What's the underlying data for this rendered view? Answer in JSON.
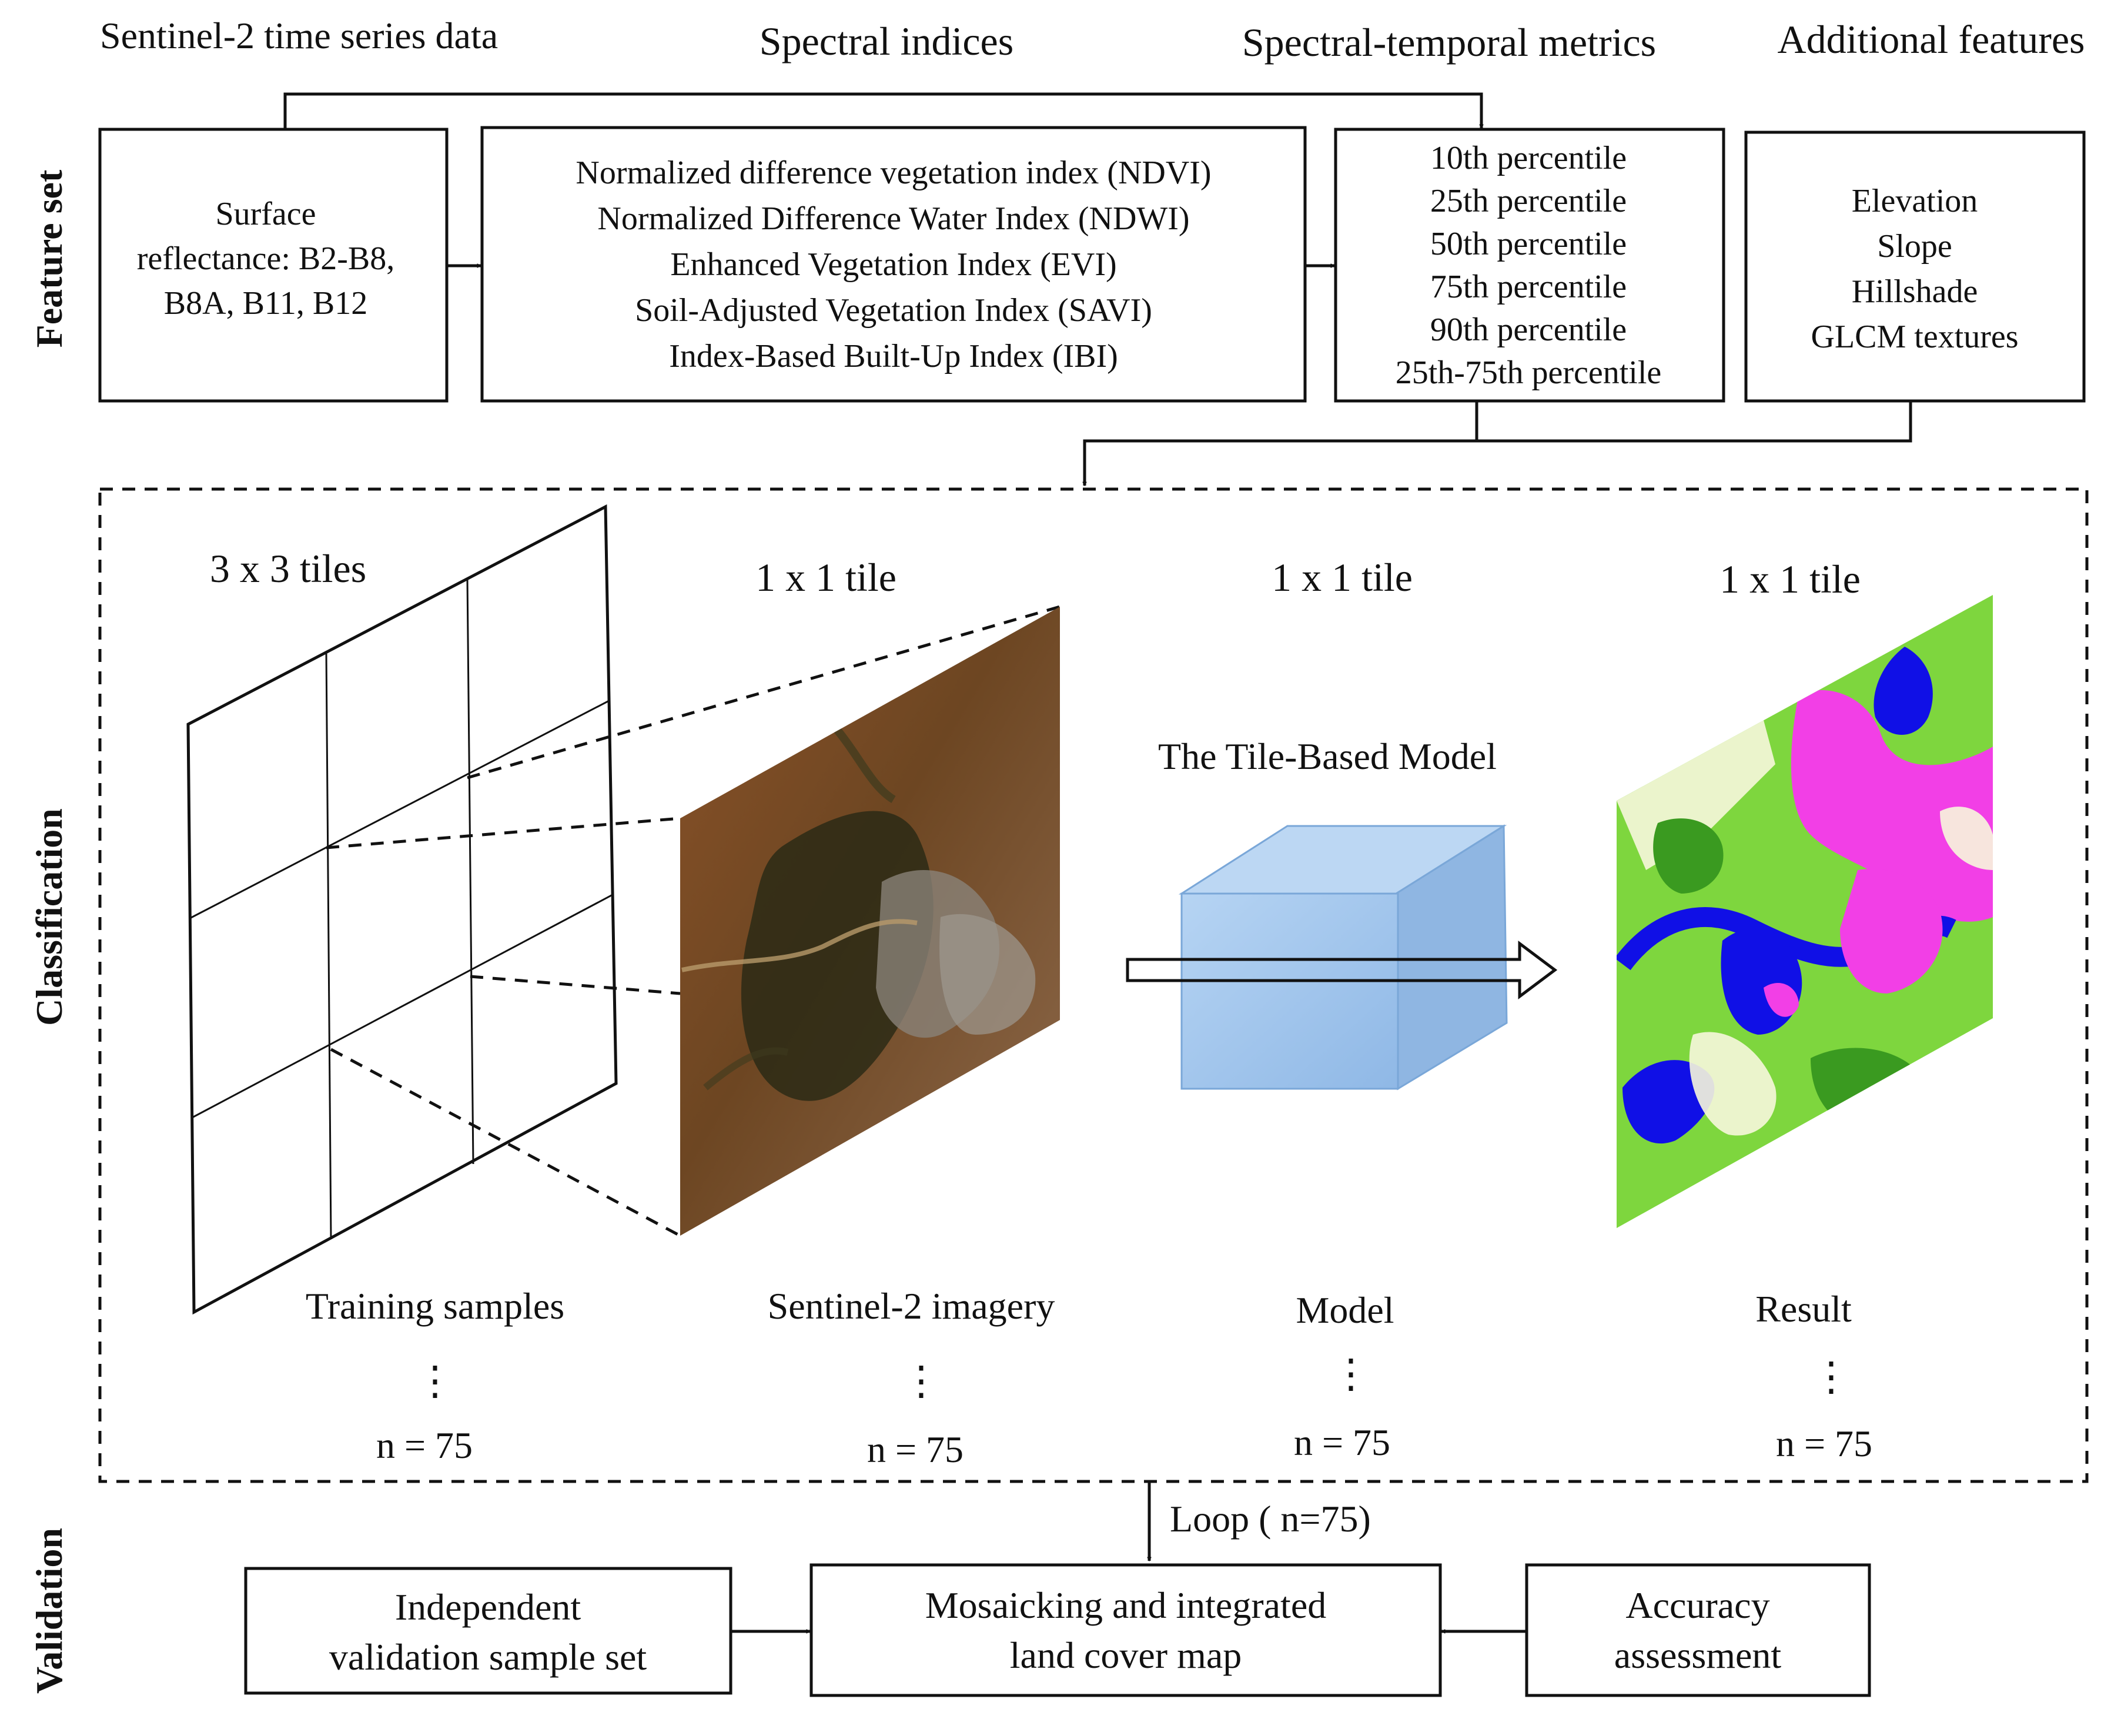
{
  "headers": {
    "sentinel": "Sentinel-2 time series data",
    "indices": "Spectral indices",
    "metrics": "Spectral-temporal metrics",
    "additional": "Additional features"
  },
  "side_labels": {
    "feature_set": "Feature set",
    "classification": "Classification",
    "validation": "Validation"
  },
  "boxes": {
    "surface": [
      "Surface",
      "reflectance: B2-B8,",
      "B8A, B11, B12"
    ],
    "indices": [
      "Normalized difference vegetation index (NDVI)",
      "Normalized Difference Water Index (NDWI)",
      "Enhanced Vegetation Index (EVI)",
      "Soil-Adjusted Vegetation Index (SAVI)",
      "Index-Based Built-Up Index (IBI)"
    ],
    "percentiles": [
      "10th percentile",
      "25th percentile",
      "50th percentile",
      "75th percentile",
      "90th percentile",
      "25th-75th percentile"
    ],
    "additional": [
      "Elevation",
      "Slope",
      "Hillshade",
      "GLCM textures"
    ]
  },
  "classification": {
    "tiles_3x3": "3 x 3 tiles",
    "tile_1x1_a": "1 x 1 tile",
    "tile_1x1_b": "1 x 1 tile",
    "tile_1x1_c": "1 x 1 tile",
    "model_title": "The Tile-Based Model",
    "captions": {
      "training": "Training samples",
      "imagery": "Sentinel-2 imagery",
      "model": "Model",
      "result": "Result"
    },
    "dots": "⋮",
    "counts": {
      "training": "n = 75",
      "imagery": "n = 75",
      "model": "n = 75",
      "result": "n = 75"
    }
  },
  "validation": {
    "loop": "Loop ( n=75)",
    "independent": [
      "Independent",
      "validation sample set"
    ],
    "mosaic": [
      "Mosaicking and integrated",
      "land cover map"
    ],
    "accuracy": [
      "Accuracy",
      "assessment"
    ]
  },
  "colors": {
    "tile_blue": "#9cc3ea",
    "cube_front": "#a9cbef",
    "cube_top": "#bcd7f3",
    "cube_side": "#8fb6e2",
    "imagery_brown": "#7a4a24",
    "imagery_dark": "#2f2c17",
    "result_green": "#79d63a",
    "result_blue": "#1010e6",
    "result_magenta": "#f23fe6",
    "result_cream": "#f7f7dc"
  }
}
